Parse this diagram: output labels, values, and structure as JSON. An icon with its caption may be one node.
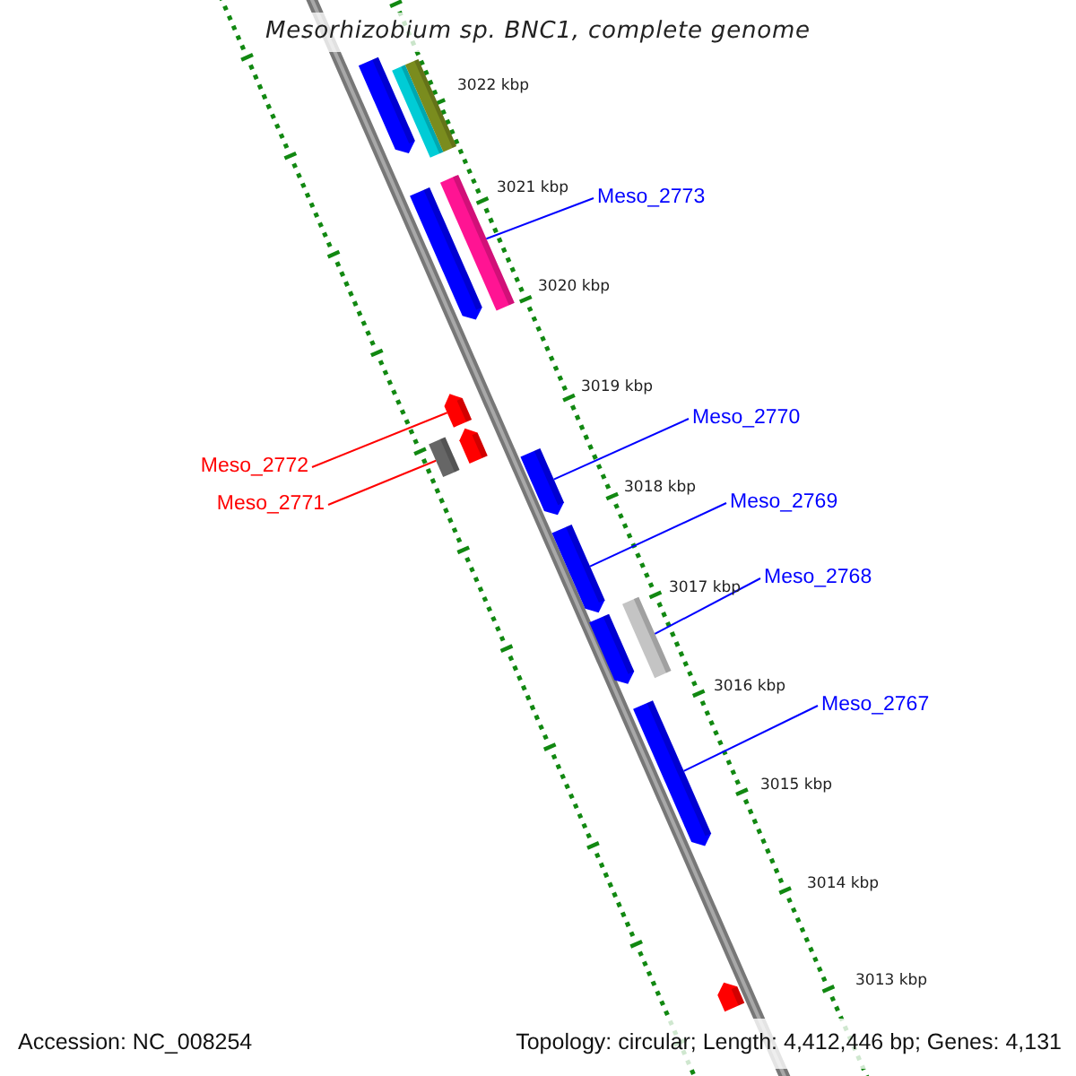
{
  "diagram": {
    "title": "Mesorhizobium sp. BNC1, complete genome",
    "nodes": [
      {
        "text": [],
        "shape": "pentagon"
      },
      {
        "text": [],
        "shape": "bar"
      },
      {
        "text": [],
        "shape": "bar"
      },
      {
        "text": [
          "Meso_2773"
        ]
      },
      {
        "text": [],
        "shape": "pentagon"
      },
      {
        "text": [],
        "shape": "bar"
      },
      {
        "text": [],
        "shape": "pentagon"
      },
      {
        "text": [
          "Meso_2770"
        ]
      },
      {
        "text": [],
        "shape": "pentagon"
      },
      {
        "text": [],
        "shape": "bar"
      },
      {
        "text": [
          "Meso_2772"
        ]
      },
      {
        "text": [],
        "shape": "pentagon"
      },
      {
        "text": [
          "Meso_2769"
        ]
      },
      {
        "text": [
          "Meso_2771"
        ]
      },
      {
        "text": [],
        "shape": "pentagon"
      },
      {
        "text": [
          "Meso_2768"
        ]
      },
      {
        "text": [],
        "shape": "bar"
      },
      {
        "text": [],
        "shape": "pentagon"
      },
      {
        "text": [
          "Meso_2767"
        ]
      },
      {
        "text": [],
        "shape": "pentagon"
      },
      {
        "text": [],
        "shape": "pentagon"
      }
    ],
    "edges": [
      {
        "from": 3,
        "to": 5,
        "arrow": "none"
      },
      {
        "from": 7,
        "to": 11,
        "arrow": "none"
      },
      {
        "from": 10,
        "to": 6,
        "arrow": "none",
        "color": "#ff0000"
      },
      {
        "from": 12,
        "to": 14,
        "arrow": "none"
      },
      {
        "from": 13,
        "to": 9,
        "arrow": "none",
        "color": "#ff0000"
      },
      {
        "from": 15,
        "to": 16,
        "arrow": "none"
      },
      {
        "from": 18,
        "to": 19,
        "arrow": "none"
      }
    ],
    "labels": [
      "3022 kbp",
      "3021 kbp",
      "3020 kbp",
      "3019 kbp",
      "3018 kbp",
      "3017 kbp",
      "3016 kbp",
      "3015 kbp",
      "3014 kbp",
      "3013 kbp",
      "Accession: NC_008254",
      "Topology: circular; Length: 4,412,446 bp; Genes: 4,131"
    ]
  }
}
